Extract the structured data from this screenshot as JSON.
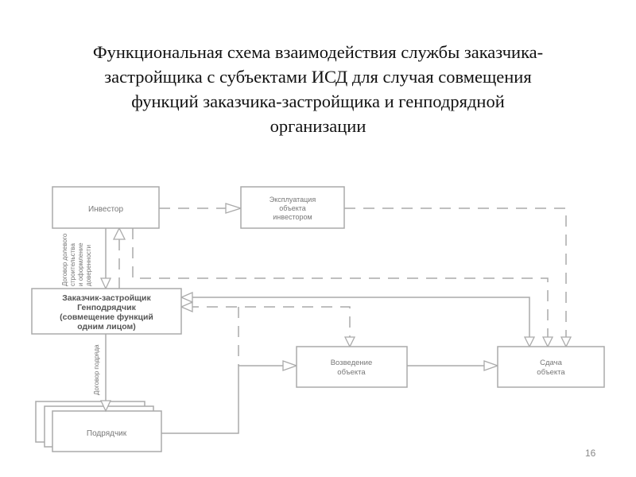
{
  "title": [
    "Функциональная схема взаимодействия службы заказчика-",
    "застройщика с субъектами ИСД для случая совмещения",
    "функций заказчика-застройщика и генподрядной",
    "организации"
  ],
  "boxes": {
    "investor": "Инвестор",
    "operation": [
      "Эксплуатация",
      "объекта",
      "инвестором"
    ],
    "customer": [
      "Заказчик-застройщик",
      "Генподрядчик",
      "(совмещение функций",
      "одним лицом)"
    ],
    "construction": [
      "Возведение",
      "объекта"
    ],
    "handover": [
      "Сдача",
      "объекта"
    ],
    "contractor": "Подрядчик"
  },
  "labels": {
    "equity_contract": [
      "Договор долевого",
      "строительства",
      "и оформление",
      "доверенности"
    ],
    "subcontract": "Договор подряда"
  },
  "page_number": "16"
}
